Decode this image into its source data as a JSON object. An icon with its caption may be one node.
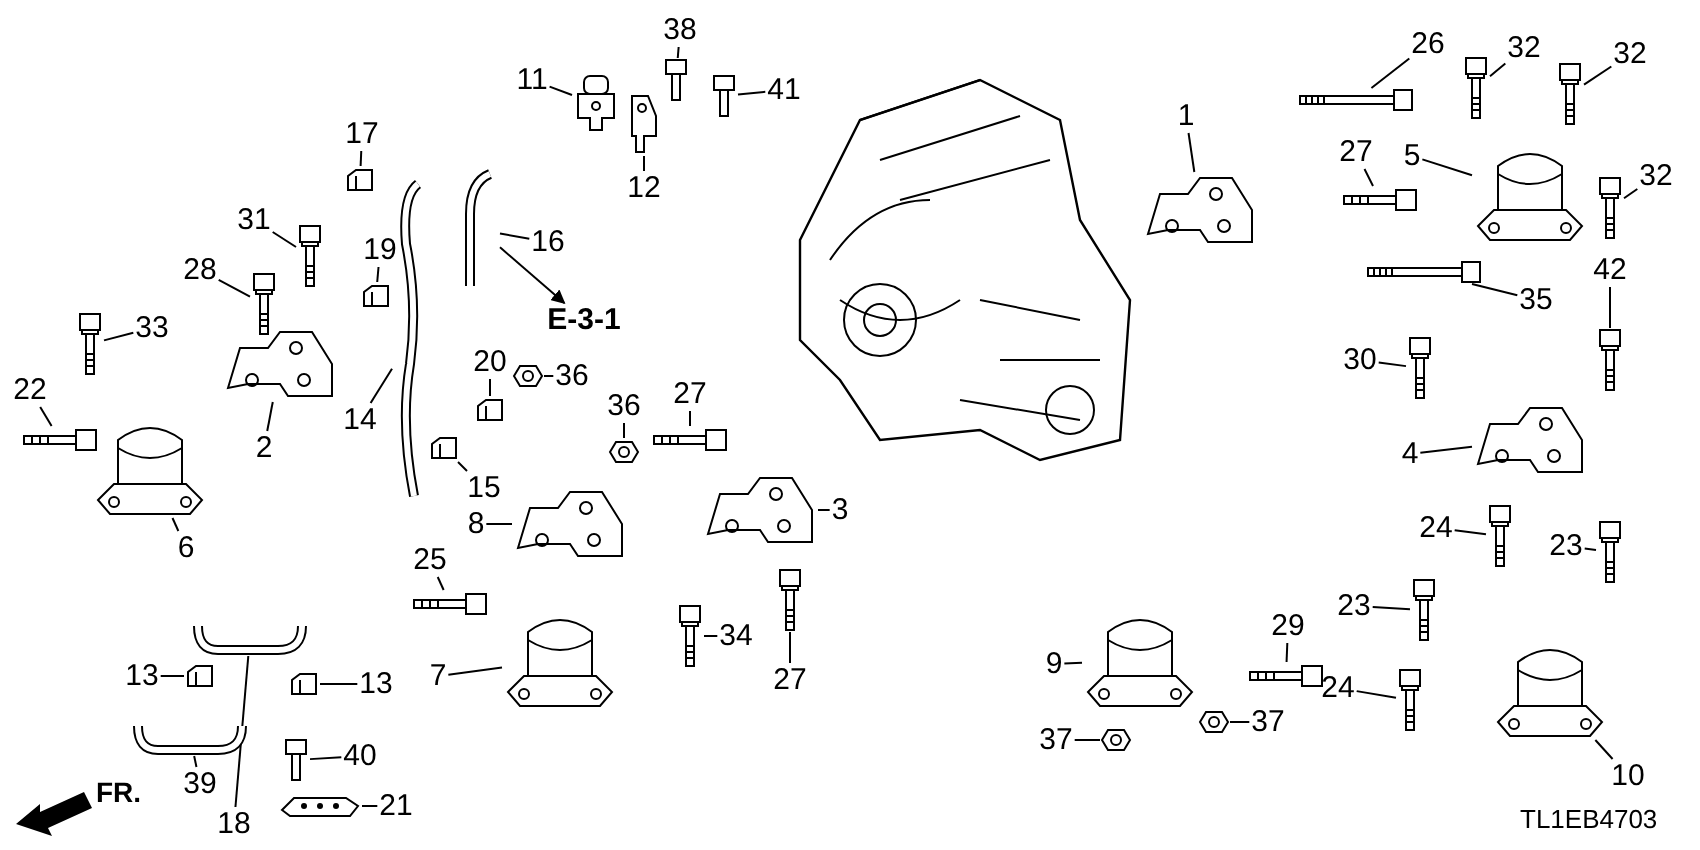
{
  "diagram": {
    "nodes": [
      {
        "text": [
          "38"
        ]
      },
      {
        "text": [],
        "shape": "picture"
      },
      {
        "text": [
          "11"
        ]
      },
      {
        "text": [],
        "shape": "picture"
      },
      {
        "text": [
          "41"
        ]
      },
      {
        "text": [],
        "shape": "picture"
      },
      {
        "text": [
          "12"
        ]
      },
      {
        "text": [],
        "shape": "picture"
      },
      {
        "text": [
          "26"
        ]
      },
      {
        "text": [],
        "shape": "picture"
      },
      {
        "text": [
          "32"
        ]
      },
      {
        "text": [],
        "shape": "picture"
      },
      {
        "text": [
          "32"
        ]
      },
      {
        "text": [],
        "shape": "picture"
      },
      {
        "text": [
          "1"
        ]
      },
      {
        "text": [],
        "shape": "picture"
      },
      {
        "text": [
          "27"
        ]
      },
      {
        "text": [],
        "shape": "picture"
      },
      {
        "text": [
          "5"
        ]
      },
      {
        "text": [],
        "shape": "picture"
      },
      {
        "text": [
          "17"
        ]
      },
      {
        "text": [],
        "shape": "picture"
      },
      {
        "text": [
          "32"
        ]
      },
      {
        "text": [],
        "shape": "picture"
      },
      {
        "text": [
          "16"
        ]
      },
      {
        "text": [],
        "shape": "picture"
      },
      {
        "text": [
          "31"
        ]
      },
      {
        "text": [],
        "shape": "picture"
      },
      {
        "text": [
          "35"
        ]
      },
      {
        "text": [],
        "shape": "picture"
      },
      {
        "text": [
          "28"
        ]
      },
      {
        "text": [],
        "shape": "picture"
      },
      {
        "text": [
          "19"
        ]
      },
      {
        "text": [],
        "shape": "picture"
      },
      {
        "text": [
          "42"
        ]
      },
      {
        "text": [],
        "shape": "picture"
      },
      {
        "text": [
          "E-3-1"
        ]
      },
      {
        "text": [
          "33"
        ]
      },
      {
        "text": [],
        "shape": "picture"
      },
      {
        "text": [
          "30"
        ]
      },
      {
        "text": [],
        "shape": "picture"
      },
      {
        "text": [
          "20"
        ]
      },
      {
        "text": [],
        "shape": "picture"
      },
      {
        "text": [
          "36"
        ]
      },
      {
        "text": [],
        "shape": "picture"
      },
      {
        "text": [
          "2"
        ]
      },
      {
        "text": [],
        "shape": "picture"
      },
      {
        "text": [
          "22"
        ]
      },
      {
        "text": [],
        "shape": "picture"
      },
      {
        "text": [
          "14"
        ]
      },
      {
        "text": [],
        "shape": "picture"
      },
      {
        "text": [
          "36"
        ]
      },
      {
        "text": [],
        "shape": "picture"
      },
      {
        "text": [
          "27"
        ]
      },
      {
        "text": [],
        "shape": "picture"
      },
      {
        "text": [
          "15"
        ]
      },
      {
        "text": [],
        "shape": "picture"
      },
      {
        "text": [
          "4"
        ]
      },
      {
        "text": [],
        "shape": "picture"
      },
      {
        "text": [
          "8"
        ]
      },
      {
        "text": [],
        "shape": "picture"
      },
      {
        "text": [
          "6"
        ]
      },
      {
        "text": [],
        "shape": "picture"
      },
      {
        "text": [
          "3"
        ]
      },
      {
        "text": [],
        "shape": "picture"
      },
      {
        "text": [
          "25"
        ]
      },
      {
        "text": [],
        "shape": "picture"
      },
      {
        "text": [
          "24"
        ]
      },
      {
        "text": [],
        "shape": "picture"
      },
      {
        "text": [
          "23"
        ]
      },
      {
        "text": [],
        "shape": "picture"
      },
      {
        "text": [
          "34"
        ]
      },
      {
        "text": [],
        "shape": "picture"
      },
      {
        "text": [
          "13"
        ]
      },
      {
        "text": [],
        "shape": "picture"
      },
      {
        "text": [
          "13"
        ]
      },
      {
        "text": [],
        "shape": "picture"
      },
      {
        "text": [
          "7"
        ]
      },
      {
        "text": [],
        "shape": "picture"
      },
      {
        "text": [
          "23"
        ]
      },
      {
        "text": [],
        "shape": "picture"
      },
      {
        "text": [
          "9"
        ]
      },
      {
        "text": [],
        "shape": "picture"
      },
      {
        "text": [
          "29"
        ]
      },
      {
        "text": [],
        "shape": "picture"
      },
      {
        "text": [
          "27"
        ]
      },
      {
        "text": [],
        "shape": "picture"
      },
      {
        "text": [
          "24"
        ]
      },
      {
        "text": [],
        "shape": "picture"
      },
      {
        "text": [
          "37"
        ]
      },
      {
        "text": [],
        "shape": "picture"
      },
      {
        "text": [
          "37"
        ]
      },
      {
        "text": [],
        "shape": "picture"
      },
      {
        "text": [
          "39"
        ]
      },
      {
        "text": [],
        "shape": "picture"
      },
      {
        "text": [
          "40"
        ]
      },
      {
        "text": [],
        "shape": "picture"
      },
      {
        "text": [
          "10"
        ]
      },
      {
        "text": [],
        "shape": "picture"
      },
      {
        "text": [
          "18"
        ]
      },
      {
        "text": [],
        "shape": "picture"
      },
      {
        "text": [
          "21"
        ]
      },
      {
        "text": [],
        "shape": "picture"
      }
    ],
    "edges": [
      {
        "from": 0,
        "to": 1,
        "arrow": "none"
      },
      {
        "from": 2,
        "to": 3,
        "arrow": "none"
      },
      {
        "from": 4,
        "to": 5,
        "arrow": "none"
      },
      {
        "from": 6,
        "to": 7,
        "arrow": "none"
      },
      {
        "from": 8,
        "to": 9,
        "arrow": "none"
      },
      {
        "from": 10,
        "to": 11,
        "arrow": "none"
      },
      {
        "from": 12,
        "to": 13,
        "arrow": "none"
      },
      {
        "from": 14,
        "to": 15,
        "arrow": "none"
      },
      {
        "from": 16,
        "to": 17,
        "arrow": "none"
      },
      {
        "from": 18,
        "to": 19,
        "arrow": "none"
      },
      {
        "from": 20,
        "to": 21,
        "arrow": "none"
      },
      {
        "from": 22,
        "to": 23,
        "arrow": "none"
      },
      {
        "from": 24,
        "to": 25,
        "arrow": "none"
      },
      {
        "from": 26,
        "to": 27,
        "arrow": "none"
      },
      {
        "from": 28,
        "to": 29,
        "arrow": "none"
      },
      {
        "from": 30,
        "to": 31,
        "arrow": "none"
      },
      {
        "from": 32,
        "to": 33,
        "arrow": "none"
      },
      {
        "from": 34,
        "to": 35,
        "arrow": "none"
      },
      {
        "from": 25,
        "to": 36,
        "arrow": "to"
      },
      {
        "from": 37,
        "to": 38,
        "arrow": "none"
      },
      {
        "from": 39,
        "to": 40,
        "arrow": "none"
      },
      {
        "from": 41,
        "to": 42,
        "arrow": "none"
      },
      {
        "from": 43,
        "to": 44,
        "arrow": "none"
      },
      {
        "from": 45,
        "to": 46,
        "arrow": "none"
      },
      {
        "from": 47,
        "to": 48,
        "arrow": "none"
      },
      {
        "from": 49,
        "to": 50,
        "arrow": "none"
      },
      {
        "from": 51,
        "to": 52,
        "arrow": "none"
      },
      {
        "from": 53,
        "to": 54,
        "arrow": "none"
      },
      {
        "from": 55,
        "to": 56,
        "arrow": "none"
      },
      {
        "from": 57,
        "to": 58,
        "arrow": "none"
      },
      {
        "from": 59,
        "to": 60,
        "arrow": "none"
      },
      {
        "from": 61,
        "to": 62,
        "arrow": "none"
      },
      {
        "from": 63,
        "to": 64,
        "arrow": "none"
      },
      {
        "from": 65,
        "to": 66,
        "arrow": "none"
      },
      {
        "from": 67,
        "to": 68,
        "arrow": "none"
      },
      {
        "from": 69,
        "to": 70,
        "arrow": "none"
      },
      {
        "from": 71,
        "to": 72,
        "arrow": "none"
      },
      {
        "from": 73,
        "to": 74,
        "arrow": "none"
      },
      {
        "from": 75,
        "to": 76,
        "arrow": "none"
      },
      {
        "from": 77,
        "to": 78,
        "arrow": "none"
      },
      {
        "from": 79,
        "to": 80,
        "arrow": "none"
      },
      {
        "from": 81,
        "to": 82,
        "arrow": "none"
      },
      {
        "from": 83,
        "to": 84,
        "arrow": "none"
      },
      {
        "from": 85,
        "to": 86,
        "arrow": "none"
      },
      {
        "from": 87,
        "to": 88,
        "arrow": "none"
      },
      {
        "from": 89,
        "to": 90,
        "arrow": "none"
      },
      {
        "from": 91,
        "to": 92,
        "arrow": "none"
      },
      {
        "from": 93,
        "to": 94,
        "arrow": "none"
      },
      {
        "from": 95,
        "to": 96,
        "arrow": "none"
      },
      {
        "from": 97,
        "to": 98,
        "arrow": "none"
      },
      {
        "from": 99,
        "to": 100,
        "arrow": "none"
      },
      {
        "from": 101,
        "to": 102,
        "arrow": "none"
      }
    ],
    "labels": [
      "FR.",
      "TL1EB4703"
    ]
  }
}
